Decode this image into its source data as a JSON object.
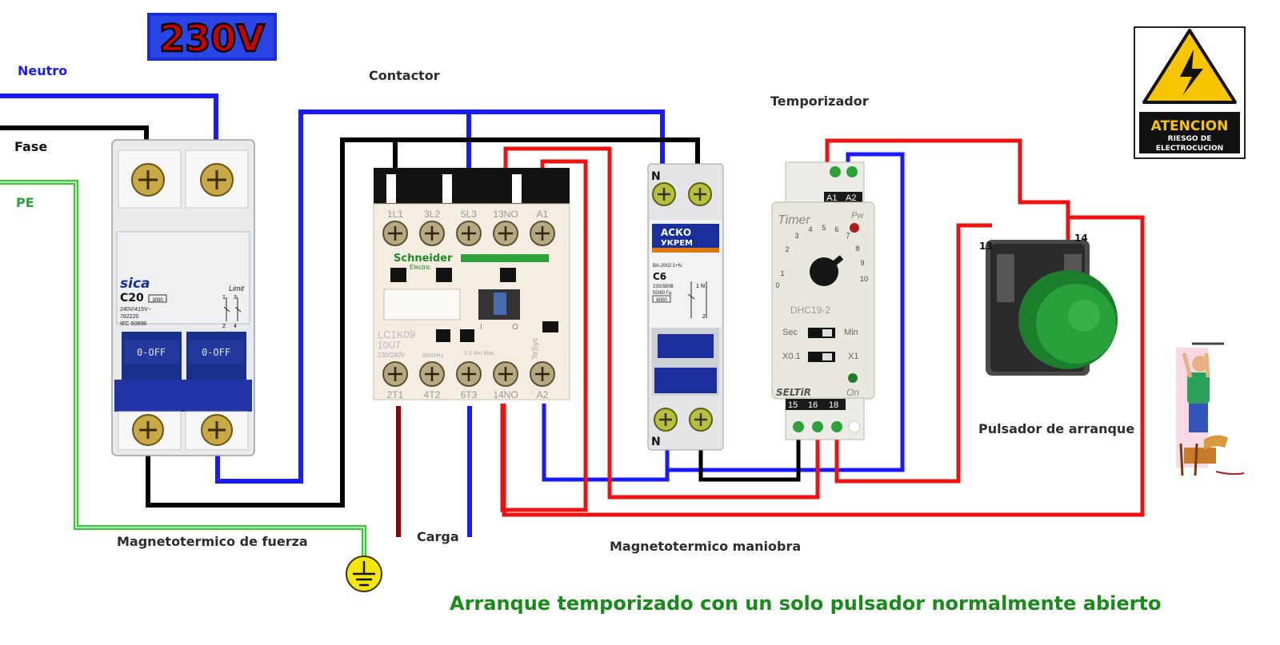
{
  "voltage_badge": "230V",
  "labels": {
    "neutro": "Neutro",
    "fase": "Fase",
    "pe": "PE",
    "contactor": "Contactor",
    "temporizador": "Temporizador",
    "pulsador": "Pulsador de arranque",
    "mt_fuerza": "Magnetotermico de fuerza",
    "carga": "Carga",
    "mt_maniobra": "Magnetotermico maniobra",
    "title": "Arranque temporizado con un solo pulsador normalmente abierto"
  },
  "breaker_main": {
    "brand": "sica",
    "rating": "C20",
    "code": "3000",
    "spec1": "240V/415V~",
    "spec2": "782220",
    "spec3": "IEC 60898",
    "limit": "Limit",
    "state_left": "0-OFF",
    "state_right": "0-OFF",
    "t1": "1",
    "t3": "3",
    "t2": "2",
    "t4": "4"
  },
  "contactor": {
    "brand": "Schneider",
    "brand_sub": "Electric",
    "model": "LC1K09",
    "model2": "10U7",
    "voltage": "230/240V",
    "freq": "50/60Hz",
    "torque": "1.5 Nm Max",
    "tesys": "TeSys",
    "i_mark": "I",
    "o_mark": "O",
    "top_terms": [
      "1L1",
      "3L2",
      "5L3",
      "13NO",
      "A1"
    ],
    "bottom_terms": [
      "2T1",
      "4T2",
      "6T3",
      "14NO",
      "A2"
    ]
  },
  "breaker_ctrl": {
    "brand1": "АСКО",
    "brand2": "УКРЕМ",
    "model": "ВА-2002 1+N",
    "rating": "C6",
    "spec1": "230/380В",
    "spec2": "50/60 Гц",
    "code": "6000",
    "n_top": "N",
    "n_bottom": "N",
    "t1": "1",
    "t2": "2",
    "tn": "N"
  },
  "timer": {
    "top_terms": [
      "A1",
      "A2"
    ],
    "title": "Timer",
    "pw": "Pw",
    "dial": [
      "1",
      "2",
      "3",
      "4",
      "5",
      "6",
      "7",
      "8",
      "9",
      "10",
      "0"
    ],
    "model": "DHC19-2",
    "sec": "Sec",
    "min": "Min",
    "x01": "X0.1",
    "x1": "X1",
    "brand": "SELTiR",
    "on": "On",
    "bottom_terms": [
      "15",
      "16",
      "18"
    ]
  },
  "pushbutton": {
    "term_no1": "13",
    "term_no2": "14"
  },
  "warning_sign": {
    "line1": "ATENCION",
    "line2": "RIESGO DE",
    "line3": "ELECTROCUCION"
  },
  "colors": {
    "neutral": "#1a1aff",
    "phase": "#000000",
    "earth": "#33cc33",
    "control": "#ee1111",
    "load_red": "#990000",
    "title_green": "#1a8a1a",
    "label_dark": "#2d2d2d"
  }
}
